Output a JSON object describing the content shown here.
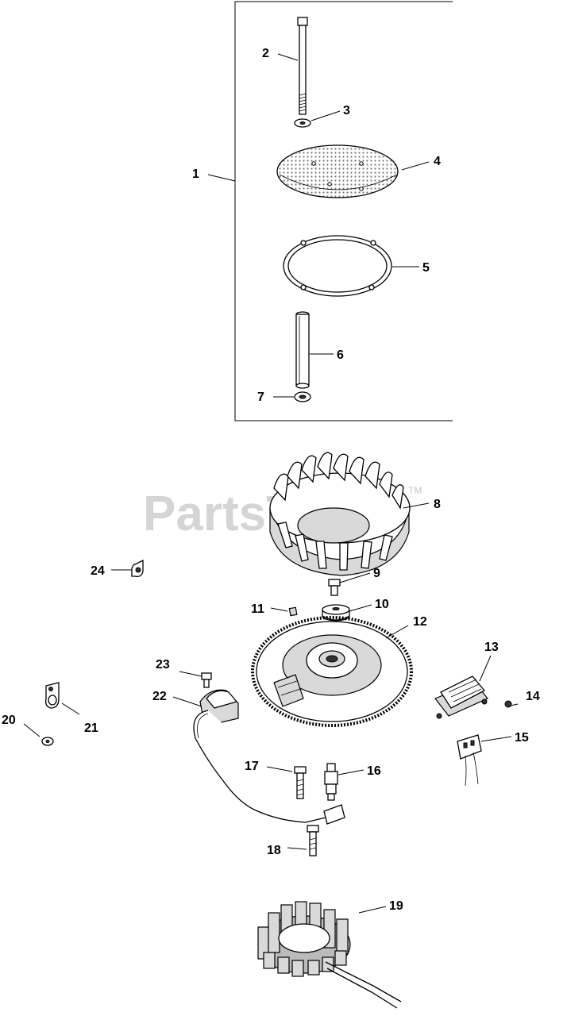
{
  "watermark": {
    "text": "PartsTree",
    "tm": "TM"
  },
  "callouts": [
    {
      "id": "1",
      "label": "1"
    },
    {
      "id": "2",
      "label": "2"
    },
    {
      "id": "3",
      "label": "3"
    },
    {
      "id": "4",
      "label": "4"
    },
    {
      "id": "5",
      "label": "5"
    },
    {
      "id": "6",
      "label": "6"
    },
    {
      "id": "7",
      "label": "7"
    },
    {
      "id": "8",
      "label": "8"
    },
    {
      "id": "9",
      "label": "9"
    },
    {
      "id": "10",
      "label": "10"
    },
    {
      "id": "11",
      "label": "11"
    },
    {
      "id": "12",
      "label": "12"
    },
    {
      "id": "13",
      "label": "13"
    },
    {
      "id": "14",
      "label": "14"
    },
    {
      "id": "15",
      "label": "15"
    },
    {
      "id": "16",
      "label": "16"
    },
    {
      "id": "17",
      "label": "17"
    },
    {
      "id": "18",
      "label": "18"
    },
    {
      "id": "19",
      "label": "19"
    },
    {
      "id": "20",
      "label": "20"
    },
    {
      "id": "21",
      "label": "21"
    },
    {
      "id": "22",
      "label": "22"
    },
    {
      "id": "23",
      "label": "23"
    },
    {
      "id": "24",
      "label": "24"
    }
  ]
}
